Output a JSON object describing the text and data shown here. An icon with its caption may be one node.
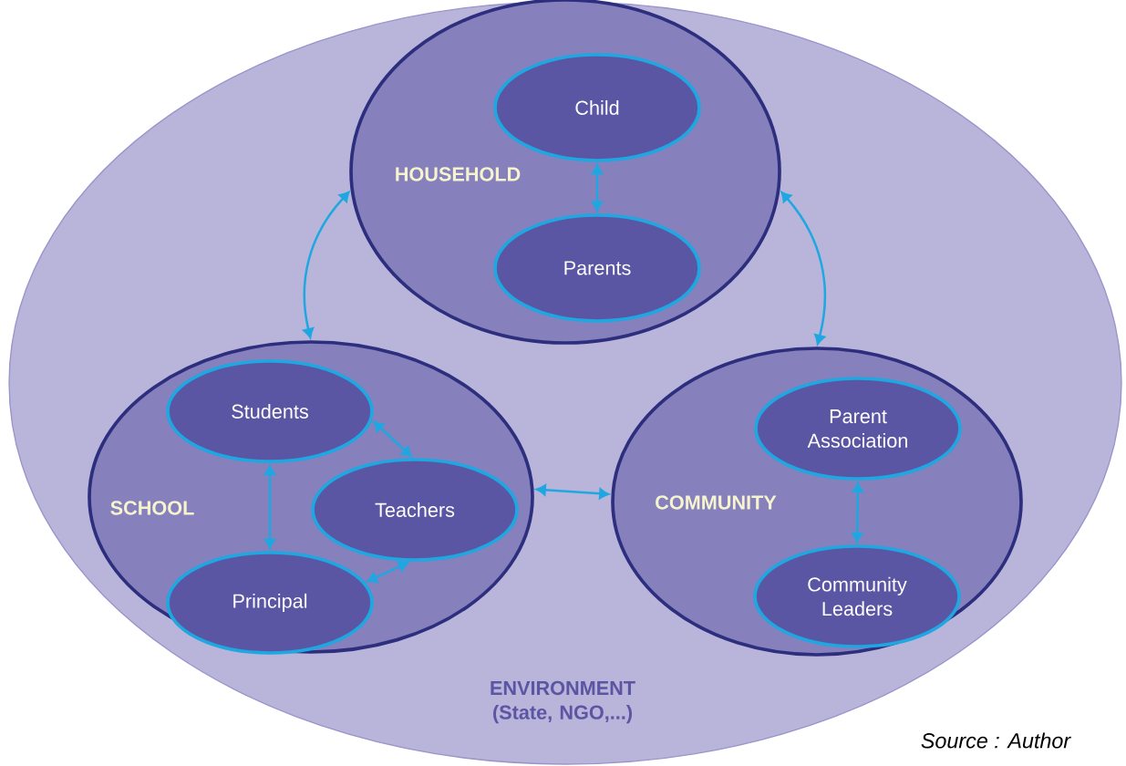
{
  "diagram": {
    "nodes": [
      {
        "text": [
          "ENVIRONMENT (State, NGO,...)"
        ]
      },
      {
        "text": [
          "HOUSEHOLD"
        ],
        "in": 0
      },
      {
        "text": [
          "Child"
        ],
        "in": 1
      },
      {
        "text": [
          "Parents"
        ],
        "in": 1
      },
      {
        "text": [
          "SCHOOL"
        ],
        "in": 0
      },
      {
        "text": [
          "Students"
        ],
        "in": 4
      },
      {
        "text": [
          "Teachers"
        ],
        "in": 4
      },
      {
        "text": [
          "Principal"
        ],
        "in": 4
      },
      {
        "text": [
          "COMMUNITY"
        ],
        "in": 0
      },
      {
        "text": [
          "Parent Association"
        ],
        "in": 8
      },
      {
        "text": [
          "Community Leaders"
        ],
        "in": 8
      }
    ],
    "edges": [
      {
        "from": 1,
        "to": 4,
        "arrow": "both"
      },
      {
        "from": 1,
        "to": 8,
        "arrow": "both"
      },
      {
        "from": 4,
        "to": 8,
        "arrow": "both"
      },
      {
        "from": 2,
        "to": 3,
        "arrow": "both"
      },
      {
        "from": 5,
        "to": 6,
        "arrow": "both"
      },
      {
        "from": 5,
        "to": 7,
        "arrow": "both"
      },
      {
        "from": 6,
        "to": 7,
        "arrow": "both"
      },
      {
        "from": 9,
        "to": 10,
        "arrow": "both"
      }
    ],
    "labels": [
      "Source : Author"
    ]
  }
}
